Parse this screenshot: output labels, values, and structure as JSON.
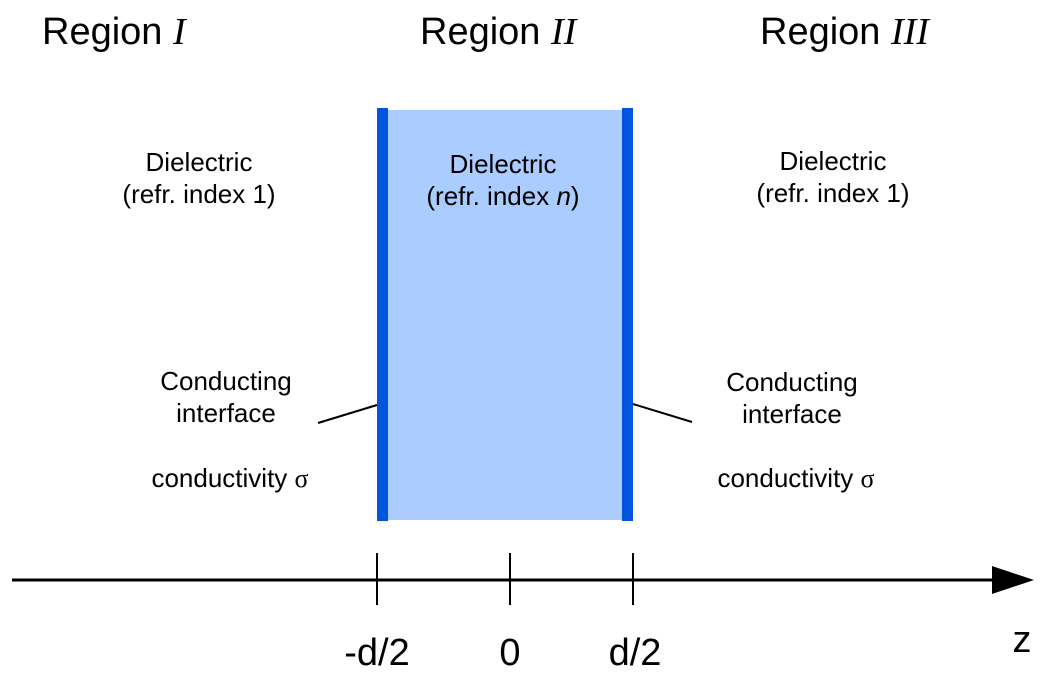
{
  "regions": [
    {
      "prefix": "Region ",
      "numeral": "I"
    },
    {
      "prefix": "Region ",
      "numeral": "II"
    },
    {
      "prefix": "Region ",
      "numeral": "III"
    }
  ],
  "left_medium": {
    "line1": "Dielectric",
    "line2": "(refr. index 1)"
  },
  "middle_medium": {
    "line1": "Dielectric",
    "line2_prefix": "(refr. index ",
    "line2_var": "n",
    "line2_suffix": ")"
  },
  "right_medium": {
    "line1": "Dielectric",
    "line2": "(refr. index 1)"
  },
  "left_interface": {
    "line1": "Conducting",
    "line2": "interface",
    "cond_text": "conductivity ",
    "cond_symbol": "σ"
  },
  "right_interface": {
    "line1": "Conducting",
    "line2": "interface",
    "cond_text": "conductivity ",
    "cond_symbol": "σ"
  },
  "axis": {
    "label": "z",
    "ticks": [
      "-d/2",
      "0",
      "d/2"
    ]
  },
  "colors": {
    "slab_fill": "#aaccff",
    "interface": "#0055dd",
    "axis": "#000000"
  }
}
